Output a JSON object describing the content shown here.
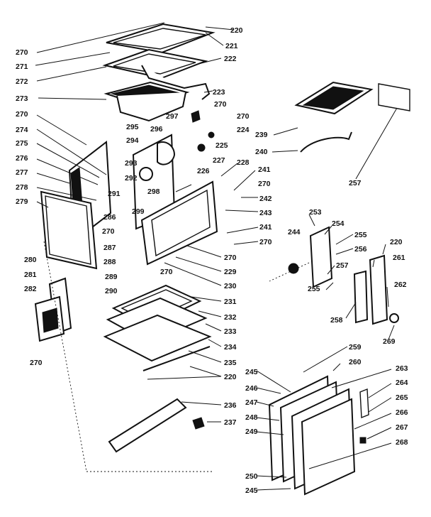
{
  "diagram": {
    "labels": [
      {
        "id": "l220a",
        "text": "220"
      },
      {
        "id": "l221",
        "text": "221"
      },
      {
        "id": "l222",
        "text": "222"
      },
      {
        "id": "l270a",
        "text": "270"
      },
      {
        "id": "l271",
        "text": "271"
      },
      {
        "id": "l272",
        "text": "272"
      },
      {
        "id": "l273",
        "text": "273"
      },
      {
        "id": "l223",
        "text": "223"
      },
      {
        "id": "l270b",
        "text": "270"
      },
      {
        "id": "l297",
        "text": "297"
      },
      {
        "id": "l270c",
        "text": "270"
      },
      {
        "id": "l270d",
        "text": "270"
      },
      {
        "id": "l224",
        "text": "224"
      },
      {
        "id": "l274",
        "text": "274"
      },
      {
        "id": "l296",
        "text": "296"
      },
      {
        "id": "l295",
        "text": "295"
      },
      {
        "id": "l225",
        "text": "225"
      },
      {
        "id": "l294",
        "text": "294"
      },
      {
        "id": "l275",
        "text": "275"
      },
      {
        "id": "l276",
        "text": "276"
      },
      {
        "id": "l227",
        "text": "227"
      },
      {
        "id": "l293",
        "text": "293"
      },
      {
        "id": "l228",
        "text": "228"
      },
      {
        "id": "l226",
        "text": "226"
      },
      {
        "id": "l292",
        "text": "292"
      },
      {
        "id": "l241a",
        "text": "241"
      },
      {
        "id": "l277",
        "text": "277"
      },
      {
        "id": "l278",
        "text": "278"
      },
      {
        "id": "l298",
        "text": "298"
      },
      {
        "id": "l270e",
        "text": "270"
      },
      {
        "id": "l291",
        "text": "291"
      },
      {
        "id": "l242",
        "text": "242"
      },
      {
        "id": "l279",
        "text": "279"
      },
      {
        "id": "l299",
        "text": "299"
      },
      {
        "id": "l243",
        "text": "243"
      },
      {
        "id": "l286",
        "text": "286"
      },
      {
        "id": "l270f",
        "text": "270"
      },
      {
        "id": "l241b",
        "text": "241"
      },
      {
        "id": "l270g",
        "text": "270"
      },
      {
        "id": "l287",
        "text": "287"
      },
      {
        "id": "l270h",
        "text": "270"
      },
      {
        "id": "l288",
        "text": "288"
      },
      {
        "id": "l229",
        "text": "229"
      },
      {
        "id": "l270i",
        "text": "270"
      },
      {
        "id": "l280",
        "text": "280"
      },
      {
        "id": "l289",
        "text": "289"
      },
      {
        "id": "l230",
        "text": "230"
      },
      {
        "id": "l281",
        "text": "281"
      },
      {
        "id": "l290",
        "text": "290"
      },
      {
        "id": "l282",
        "text": "282"
      },
      {
        "id": "l231",
        "text": "231"
      },
      {
        "id": "l232",
        "text": "232"
      },
      {
        "id": "l233",
        "text": "233"
      },
      {
        "id": "l234",
        "text": "234"
      },
      {
        "id": "l235",
        "text": "235"
      },
      {
        "id": "l270j",
        "text": "270"
      },
      {
        "id": "l220b",
        "text": "220"
      },
      {
        "id": "l239",
        "text": "239"
      },
      {
        "id": "l240",
        "text": "240"
      },
      {
        "id": "l257a",
        "text": "257"
      },
      {
        "id": "l253",
        "text": "253"
      },
      {
        "id": "l254",
        "text": "254"
      },
      {
        "id": "l244",
        "text": "244"
      },
      {
        "id": "l255a",
        "text": "255"
      },
      {
        "id": "l256",
        "text": "256"
      },
      {
        "id": "l220c",
        "text": "220"
      },
      {
        "id": "l261",
        "text": "261"
      },
      {
        "id": "l257b",
        "text": "257"
      },
      {
        "id": "l262",
        "text": "262"
      },
      {
        "id": "l255b",
        "text": "255"
      },
      {
        "id": "l258",
        "text": "258"
      },
      {
        "id": "l269",
        "text": "269"
      },
      {
        "id": "l259",
        "text": "259"
      },
      {
        "id": "l260",
        "text": "260"
      },
      {
        "id": "l263",
        "text": "263"
      },
      {
        "id": "l245a",
        "text": "245"
      },
      {
        "id": "l264",
        "text": "264"
      },
      {
        "id": "l246",
        "text": "246"
      },
      {
        "id": "l265",
        "text": "265"
      },
      {
        "id": "l247",
        "text": "247"
      },
      {
        "id": "l248",
        "text": "248"
      },
      {
        "id": "l266",
        "text": "266"
      },
      {
        "id": "l249",
        "text": "249"
      },
      {
        "id": "l267",
        "text": "267"
      },
      {
        "id": "l268",
        "text": "268"
      },
      {
        "id": "l236",
        "text": "236"
      },
      {
        "id": "l237",
        "text": "237"
      },
      {
        "id": "l250",
        "text": "250"
      },
      {
        "id": "l245b",
        "text": "245"
      }
    ]
  }
}
